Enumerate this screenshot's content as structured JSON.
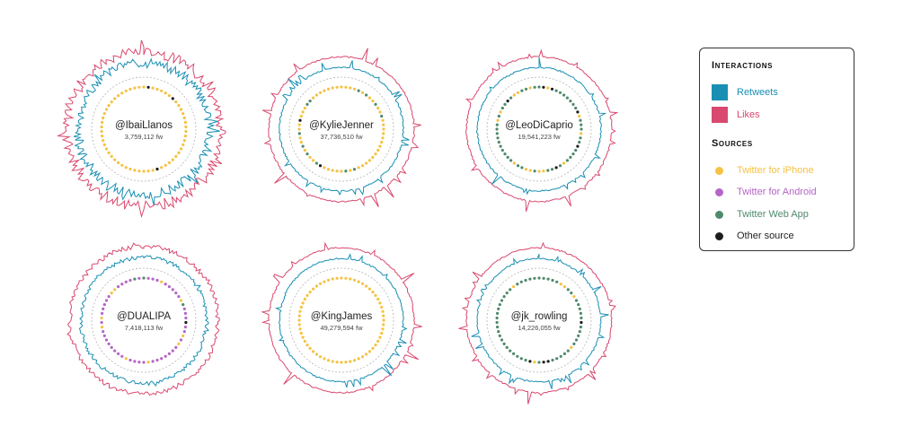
{
  "chart_data": {
    "type": "radial",
    "charts": [
      {
        "handle": "@IbaiLlanos",
        "followers": "3,759,112 fw",
        "retweet_amp": 0.9,
        "like_amp": 1.0,
        "retweet_spiky": false,
        "like_spiky": false,
        "dots": {
          "iphone": 55,
          "android": 0,
          "web": 0,
          "other": 3
        }
      },
      {
        "handle": "@KylieJenner",
        "followers": "37,736,510 fw",
        "retweet_amp": 0.45,
        "like_amp": 0.55,
        "retweet_spiky": true,
        "like_spiky": true,
        "dots": {
          "iphone": 46,
          "android": 0,
          "web": 12,
          "other": 2
        }
      },
      {
        "handle": "@LeoDiCaprio",
        "followers": "19,541,223 fw",
        "retweet_amp": 0.35,
        "like_amp": 0.35,
        "retweet_spiky": true,
        "like_spiky": true,
        "dots": {
          "iphone": 14,
          "android": 0,
          "web": 40,
          "other": 6
        }
      },
      {
        "handle": "@DUALIPA",
        "followers": "7,418,113 fw",
        "retweet_amp": 0.35,
        "like_amp": 0.4,
        "retweet_spiky": false,
        "like_spiky": false,
        "dots": {
          "iphone": 10,
          "android": 44,
          "web": 3,
          "other": 1
        }
      },
      {
        "handle": "@KingJames",
        "followers": "49,279,594 fw",
        "retweet_amp": 0.55,
        "like_amp": 0.6,
        "retweet_spiky": true,
        "like_spiky": true,
        "dots": {
          "iphone": 60,
          "android": 0,
          "web": 0,
          "other": 0
        }
      },
      {
        "handle": "@jk_rowling",
        "followers": "14,226,055 fw",
        "retweet_amp": 0.2,
        "like_amp": 0.25,
        "retweet_spiky": true,
        "like_spiky": true,
        "dots": {
          "iphone": 6,
          "android": 0,
          "web": 48,
          "other": 4
        }
      }
    ]
  },
  "legend": {
    "interactions_title": "Interactions",
    "sources_title": "Sources",
    "interactions": [
      {
        "label": "Retweets",
        "color": "#1a8fb3"
      },
      {
        "label": "Likes",
        "color": "#d9496f"
      }
    ],
    "sources": [
      {
        "label": "Twitter for iPhone",
        "color": "#f5c243"
      },
      {
        "label": "Twitter for Android",
        "color": "#b565c6"
      },
      {
        "label": "Twitter Web App",
        "color": "#4f8a6c"
      },
      {
        "label": "Other source",
        "color": "#1c1c1c"
      }
    ]
  },
  "colors": {
    "retweets": "#1a8fb3",
    "likes": "#d9496f",
    "guide": "#b5b5b5"
  }
}
